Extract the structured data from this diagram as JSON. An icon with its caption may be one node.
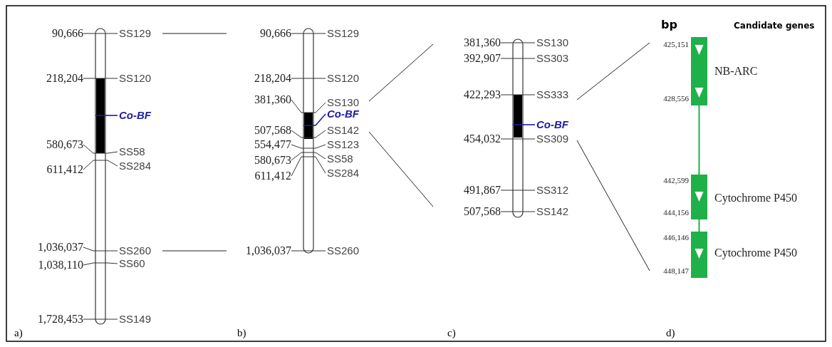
{
  "diagram": {
    "nodes": [
      {
        "text": [],
        "shape": "bar",
        "beside": [
          "90,666",
          "SS129",
          "218,204",
          "SS120",
          "Co-BF",
          "580,673",
          "SS58",
          "611,412",
          "SS284",
          "1,036,037",
          "SS260",
          "1,038,110",
          "SS60",
          "1,728,453",
          "SS149"
        ]
      },
      {
        "text": [],
        "shape": "bar",
        "beside": [
          "90,666",
          "SS129",
          "218,204",
          "SS120",
          "381,360",
          "SS130",
          "Co-BF",
          "507,568",
          "SS142",
          "554,477",
          "SS123",
          "580,673",
          "SS58",
          "611,412",
          "SS284",
          "1,036,037",
          "SS260"
        ]
      },
      {
        "text": [],
        "shape": "bar",
        "beside": [
          "381,360",
          "SS130",
          "392,907",
          "SS303",
          "422,293",
          "SS333",
          "Co-BF",
          "454,032",
          "SS309",
          "491,867",
          "SS312",
          "507,568",
          "SS142"
        ]
      },
      {
        "text": [],
        "shape": "box",
        "beside": [
          "425,151",
          "428,556",
          "NB-ARC"
        ]
      },
      {
        "text": [],
        "shape": "box",
        "beside": [
          "442,599",
          "444,156",
          "Cytochrome P450"
        ]
      },
      {
        "text": [],
        "shape": "box",
        "beside": [
          "446,146",
          "448,147",
          "Cytochrome P450"
        ]
      }
    ],
    "edges": [
      {
        "from": 0,
        "to": 1,
        "arrow": "none"
      },
      {
        "from": 0,
        "to": 1,
        "arrow": "none"
      },
      {
        "from": 1,
        "to": 2,
        "arrow": "none"
      },
      {
        "from": 1,
        "to": 2,
        "arrow": "none"
      },
      {
        "from": 2,
        "to": 3,
        "arrow": "none"
      },
      {
        "from": 2,
        "to": 5,
        "arrow": "none"
      },
      {
        "from": 3,
        "to": 4,
        "arrow": "none",
        "color": "#1fb04a"
      },
      {
        "from": 4,
        "to": 5,
        "arrow": "none",
        "color": "#1fb04a"
      }
    ],
    "labels": [
      "bp",
      "Candidate genes",
      "a)",
      "b)",
      "c)",
      "d)"
    ]
  }
}
